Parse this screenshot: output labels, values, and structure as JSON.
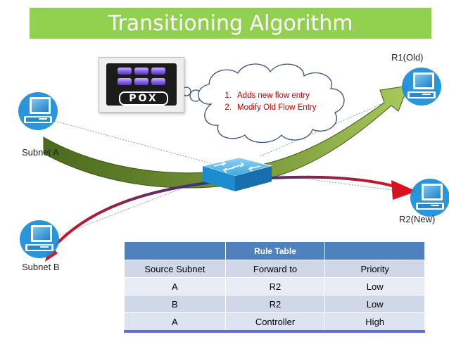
{
  "slide": {
    "title": "Transitioning Algorithm",
    "labels": {
      "r1": "R1(Old)",
      "r2": "R2(New)",
      "subnet_a": "Subnet A",
      "subnet_b": "Subnet B"
    },
    "controller_logo": "POX",
    "controller_steps": [
      {
        "num": "1.",
        "text": "Adds new flow entry"
      },
      {
        "num": "2.",
        "text": "Modify Old Flow Entry"
      }
    ],
    "colors": {
      "title_bar": "#92d050",
      "title_text": "#ffffff",
      "step_text": "#c00000",
      "green_arrow": "#6b8a2a",
      "red_arrow": "#c0101a",
      "switch": "#2a9bd6",
      "table_header": "#4f81bd"
    },
    "icons": [
      "computer-icon",
      "switch-icon",
      "cloud-callout",
      "pox-controller-logo"
    ]
  },
  "rule_table": {
    "header": [
      "",
      "Rule Table",
      ""
    ],
    "columns": [
      "Source Subnet",
      "Forward to",
      "Priority"
    ],
    "rows": [
      [
        "A",
        "R2",
        "Low"
      ],
      [
        "B",
        "R2",
        "Low"
      ],
      [
        "A",
        "Controller",
        "High"
      ]
    ]
  }
}
